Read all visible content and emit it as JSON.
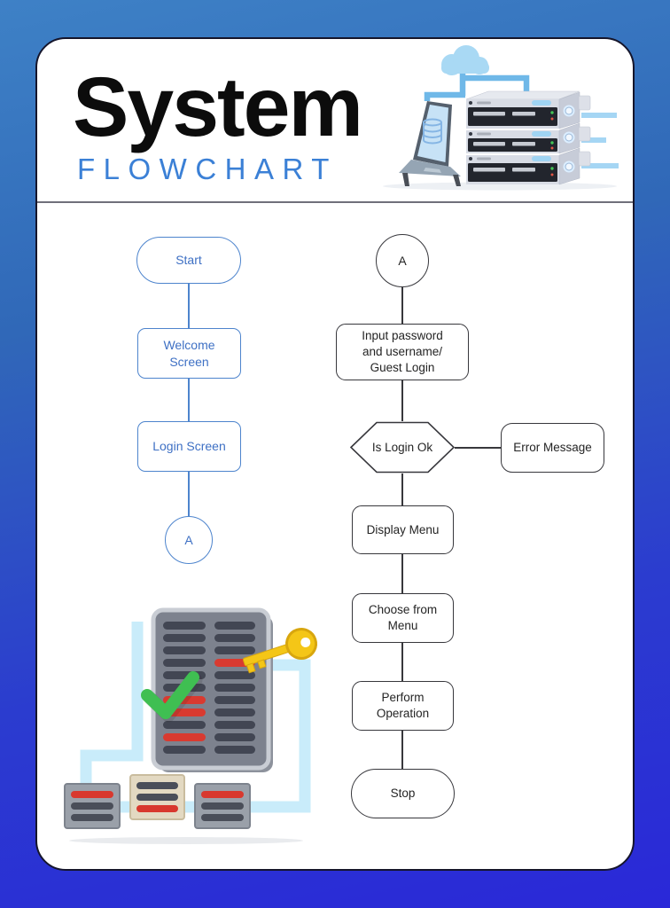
{
  "header": {
    "title": "System",
    "subtitle": "FLOWCHART"
  },
  "flow": {
    "left": {
      "start": "Start",
      "welcome": [
        "Welcome",
        "Screen"
      ],
      "login": "Login Screen",
      "connector_a": "A"
    },
    "right": {
      "connector_a": "A",
      "input": [
        "Input password",
        "and username/",
        "Guest Login"
      ],
      "decision": "Is Login Ok",
      "error": "Error Message",
      "display": "Display Menu",
      "choose": [
        "Choose from",
        "Menu"
      ],
      "perform": [
        "Perform",
        "Operation"
      ],
      "stop": "Stop"
    }
  },
  "colors": {
    "background_top": "#3e81c6",
    "background_bottom": "#2a28d8",
    "card_border": "#15152b",
    "subtitle_blue": "#3b80d6",
    "left_branch": "#4d84cd",
    "left_text": "#3e70c4",
    "right_branch": "#37373c",
    "divider": "#70707a",
    "accent_red": "#d8382e",
    "accent_green": "#3fbf52",
    "accent_yellow": "#f4c617",
    "pipe_blue": "#c9ecfa"
  },
  "icons": {
    "hero": "laptop-servers-cloud-illustration",
    "footer": "checklist-key-checkmark-illustration"
  }
}
